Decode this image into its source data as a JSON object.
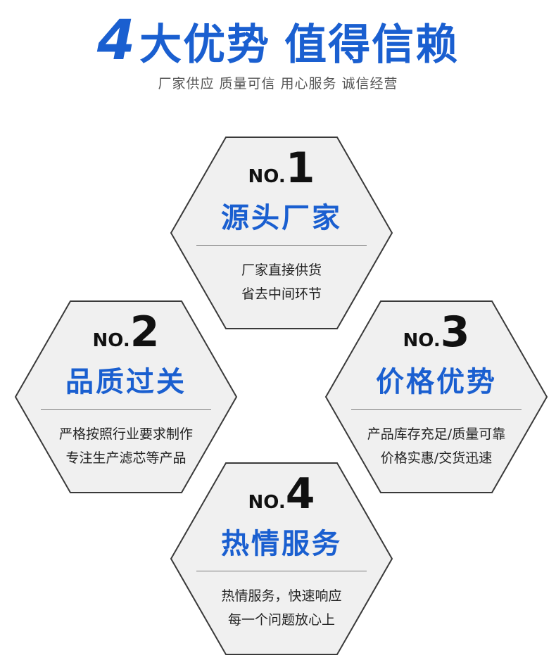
{
  "header": {
    "number": "4",
    "title_part1": "大优势",
    "title_part2": "值得信赖",
    "subtitle": "厂家供应 质量可信 用心服务 诚信经营"
  },
  "colors": {
    "accent": "#1a5fd0",
    "hex_fill": "#f0f0f0",
    "hex_stroke": "#3a3a3a"
  },
  "cards": [
    {
      "no_label": "NO.",
      "no_digit": "1",
      "title": "源头厂家",
      "line1": "厂家直接供货",
      "line2": "省去中间环节"
    },
    {
      "no_label": "NO.",
      "no_digit": "2",
      "title": "品质过关",
      "line1": "严格按照行业要求制作",
      "line2": "专注生产滤芯等产品"
    },
    {
      "no_label": "NO.",
      "no_digit": "3",
      "title": "价格优势",
      "line1": "产品库存充足/质量可靠",
      "line2": "价格实惠/交货迅速"
    },
    {
      "no_label": "NO.",
      "no_digit": "4",
      "title": "热情服务",
      "line1": "热情服务，快速响应",
      "line2": "每一个问题放心上"
    }
  ]
}
